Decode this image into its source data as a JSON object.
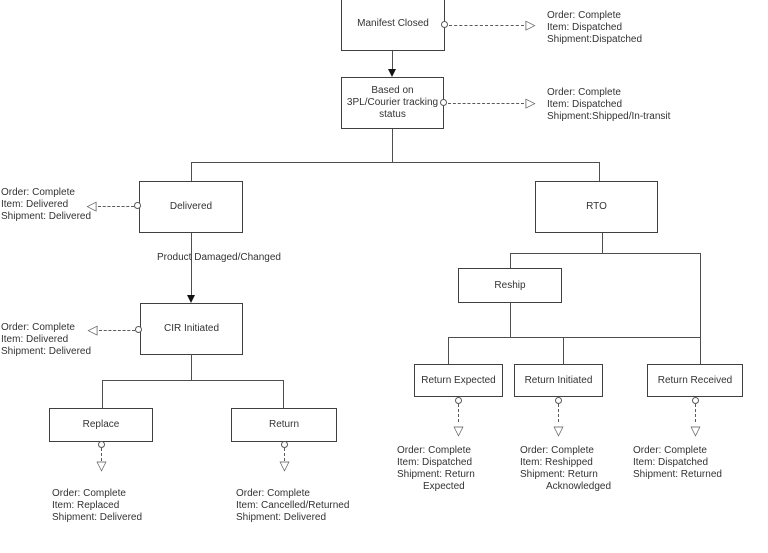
{
  "diagram": {
    "nodes": {
      "manifest_closed": {
        "label": "Manifest Closed"
      },
      "based_on": {
        "lines": [
          "Based on",
          "3PL/Courier tracking",
          "status"
        ]
      },
      "delivered": {
        "label": "Delivered"
      },
      "rto": {
        "label": "RTO"
      },
      "cir_initiated": {
        "label": "CIR Initiated"
      },
      "replace": {
        "label": "Replace"
      },
      "return": {
        "label": "Return"
      },
      "reship": {
        "label": "Reship"
      },
      "return_expected": {
        "label": "Return Expected"
      },
      "return_initiated": {
        "label": "Return Initiated"
      },
      "return_received": {
        "label": "Return Received"
      }
    },
    "edge_labels": {
      "product_damaged": "Product Damaged/Changed"
    },
    "notes": {
      "manifest": {
        "lines": [
          "Order: Complete",
          "Item: Dispatched",
          "Shipment:Dispatched"
        ]
      },
      "based_on": {
        "lines": [
          "Order: Complete",
          "Item: Dispatched",
          "Shipment:Shipped/In-transit"
        ]
      },
      "delivered": {
        "lines": [
          "Order: Complete",
          "Item: Delivered",
          "Shipment: Delivered"
        ]
      },
      "cir": {
        "lines": [
          "Order: Complete",
          "Item: Delivered",
          "Shipment: Delivered"
        ]
      },
      "replace": {
        "lines": [
          "Order: Complete",
          "Item: Replaced",
          "Shipment: Delivered"
        ]
      },
      "return": {
        "lines": [
          "Order: Complete",
          "Item: Cancelled/Returned",
          "Shipment: Delivered"
        ]
      },
      "return_expected": {
        "lines": [
          "Order: Complete",
          "Item: Dispatched",
          "Shipment: Return",
          "Expected"
        ]
      },
      "return_initiated": {
        "lines": [
          "Order: Complete",
          "Item: Reshipped",
          "Shipment: Return",
          "Acknowledged"
        ]
      },
      "return_received": {
        "lines": [
          "Order: Complete",
          "Item: Dispatched",
          "Shipment: Returned"
        ]
      }
    },
    "icons": {
      "arrow_right": "▷",
      "arrow_left": "◁",
      "arrow_down": "▽"
    },
    "colors": {
      "line": "#5a5a5a",
      "border": "#404040",
      "text": "#333333",
      "background": "#ffffff"
    }
  }
}
